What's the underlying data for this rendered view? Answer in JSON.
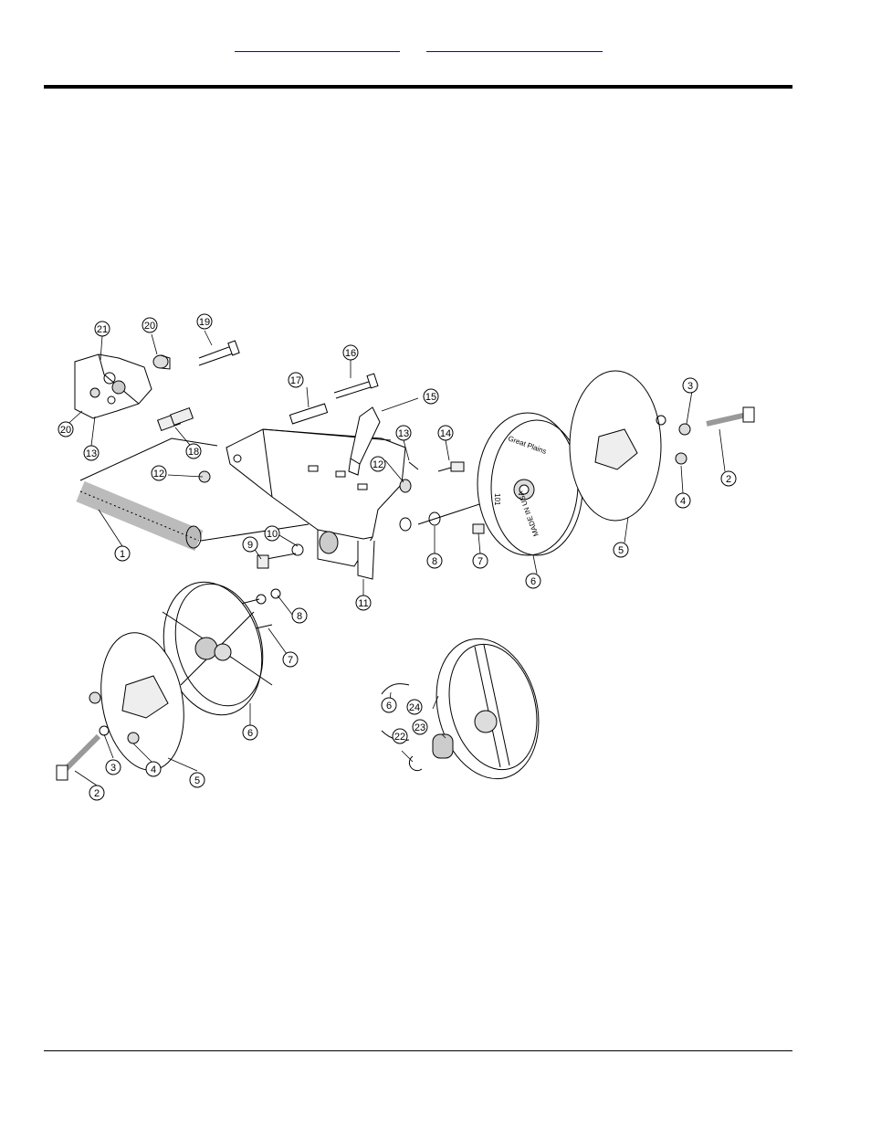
{
  "header": {
    "link_left": "",
    "link_right": ""
  },
  "drawing": {
    "callouts": [
      "21",
      "20",
      "19",
      "16",
      "17",
      "15",
      "13",
      "14",
      "3",
      "2",
      "4",
      "5",
      "6",
      "7",
      "8",
      "12",
      "1",
      "10",
      "9",
      "11",
      "8",
      "7",
      "6",
      "5",
      "4",
      "3",
      "2",
      "6",
      "24",
      "22",
      "23",
      "20",
      "13",
      "18",
      "12"
    ],
    "disc_text": {
      "brand": "Great Plains",
      "part": "101",
      "origin": "MADE IN USA"
    }
  }
}
